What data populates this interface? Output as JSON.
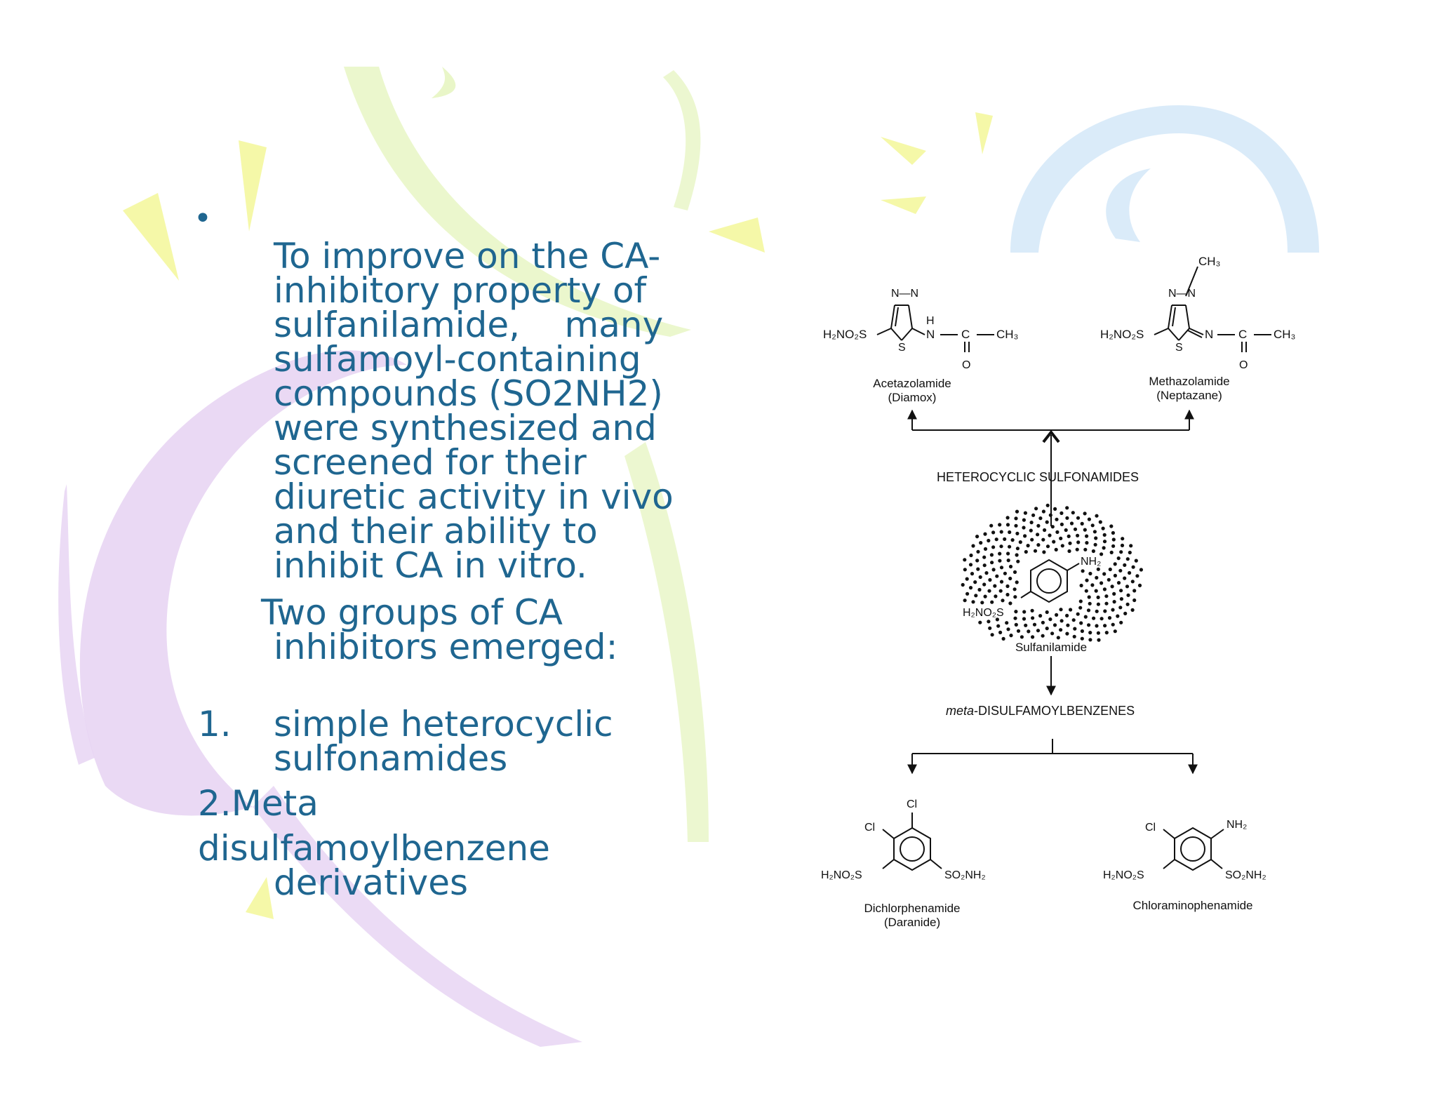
{
  "slide": {
    "bullet": "•",
    "paragraph_lines": [
      "To improve on the CA-",
      "inhibitory property of",
      "sulfanilamide,    many",
      "sulfamoyl-containing",
      "compounds (SO2NH2)",
      "were synthesized and",
      "screened for their",
      "diuretic activity in vivo",
      "and their ability to",
      "inhibit CA in vitro."
    ],
    "groups_intro_line1": "Two groups of CA",
    "groups_intro_line2": "inhibitors emerged:",
    "item1_number": "1.",
    "item1_line1": "simple heterocyclic",
    "item1_line2": "sulfonamides",
    "item2_line1": "2.Meta",
    "item2_line2": "disulfamoylbenzene",
    "item2_line3": "derivatives"
  },
  "diagram": {
    "heterocyclic_heading": "HETEROCYCLIC SULFONAMIDES",
    "meta_prefix": "meta",
    "meta_heading": "-DISULFAMOYLBENZENES",
    "acetazolamide_name": "Acetazolamide",
    "acetazolamide_trade": "(Diamox)",
    "methazolamide_name": "Methazolamide",
    "methazolamide_trade": "(Neptazane)",
    "sulfanilamide_name": "Sulfanilamide",
    "dichlorphenamide_name": "Dichlorphenamide",
    "dichlorphenamide_trade": "(Daranide)",
    "chloraminophenamide_name": "Chloraminophenamide"
  },
  "colors": {
    "text": "#1f6690",
    "deco_yellow": "#f5f8a8",
    "deco_green": "#e9f6c8",
    "deco_purple": "#e6d2f2",
    "deco_blue": "#d6e9f8"
  }
}
